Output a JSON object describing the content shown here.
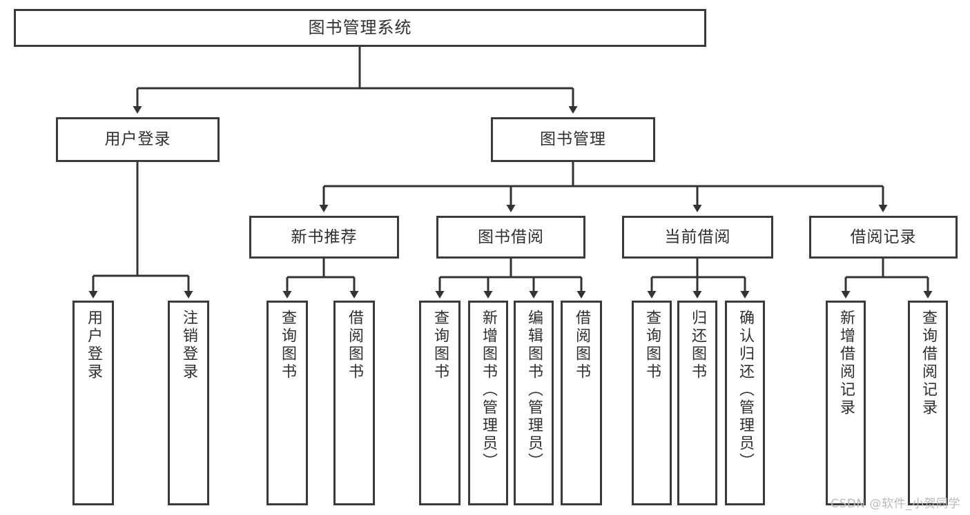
{
  "diagram": {
    "title": "图书管理系统",
    "type": "tree",
    "root": {
      "label": "图书管理系统"
    },
    "level2": [
      {
        "label": "用户登录"
      },
      {
        "label": "图书管理"
      }
    ],
    "level3": [
      {
        "label": "新书推荐"
      },
      {
        "label": "图书借阅"
      },
      {
        "label": "当前借阅"
      },
      {
        "label": "借阅记录"
      }
    ],
    "leaves": {
      "user_login": [
        {
          "label": "用户登录"
        },
        {
          "label": "注销登录"
        }
      ],
      "new_book_recommend": [
        {
          "label": "查询图书"
        },
        {
          "label": "借阅图书"
        }
      ],
      "book_borrow": [
        {
          "label": "查询图书"
        },
        {
          "label": "新增图书（管理员）"
        },
        {
          "label": "编辑图书（管理员）"
        },
        {
          "label": "借阅图书"
        }
      ],
      "current_borrow": [
        {
          "label": "查询图书"
        },
        {
          "label": "归还图书"
        },
        {
          "label": "确认归还（管理员）"
        }
      ],
      "borrow_record": [
        {
          "label": "新增借阅记录"
        },
        {
          "label": "查询借阅记录"
        }
      ]
    },
    "colors": {
      "border": "#3a3a3a",
      "text": "#2f2f2f",
      "background": "#ffffff",
      "line": "#333333",
      "watermark": "#b9b9b9"
    }
  },
  "watermark": {
    "text": "CSDN @软件_小贺同学"
  }
}
